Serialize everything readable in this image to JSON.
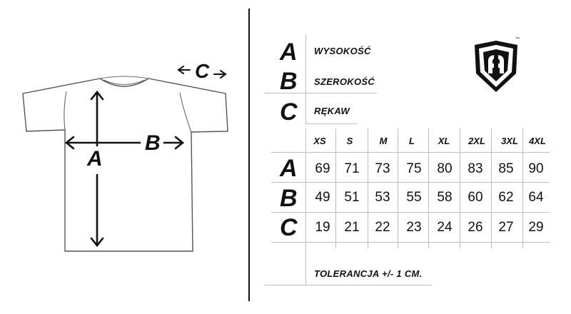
{
  "diagram": {
    "label_a": "A",
    "label_b": "B",
    "label_c": "C"
  },
  "legend": [
    {
      "letter": "A",
      "text": "WYSOKOŚĆ"
    },
    {
      "letter": "B",
      "text": "SZEROKOŚĆ"
    },
    {
      "letter": "C",
      "text": "RĘKAW"
    }
  ],
  "table": {
    "sizes": [
      "XS",
      "S",
      "M",
      "L",
      "XL",
      "2XL",
      "3XL",
      "4XL"
    ],
    "rows": [
      {
        "label": "A",
        "values": [
          "69",
          "71",
          "73",
          "75",
          "80",
          "83",
          "85",
          "90"
        ]
      },
      {
        "label": "B",
        "values": [
          "49",
          "51",
          "53",
          "55",
          "58",
          "60",
          "62",
          "64"
        ]
      },
      {
        "label": "C",
        "values": [
          "19",
          "21",
          "22",
          "23",
          "24",
          "26",
          "27",
          "29"
        ]
      }
    ]
  },
  "tolerance": "TOLERANCJA +/- 1 CM.",
  "logo": {
    "icon": "shield-logo-icon",
    "trademark": "™"
  },
  "colors": {
    "ink": "#111111",
    "grid": "#bdbdbd"
  }
}
